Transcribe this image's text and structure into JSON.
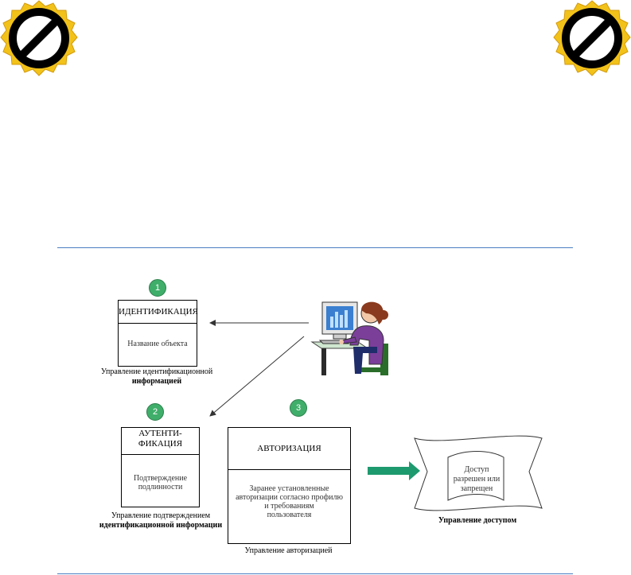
{
  "steps": {
    "one": "1",
    "two": "2",
    "three": "3"
  },
  "identification": {
    "title": "ИДЕНТИФИКАЦИЯ",
    "body": "Название объекта",
    "caption_line1": "Управление идентификационной",
    "caption_line2": "информацией"
  },
  "authentication": {
    "title_line1": "АУТЕНТИ-",
    "title_line2": "ФИКАЦИЯ",
    "body_line1": "Подтверждение",
    "body_line2": "подлинности",
    "caption_line1": "Управление подтверждением",
    "caption_line2": "идентификационной информации"
  },
  "authorization": {
    "title": "АВТОРИЗАЦИЯ",
    "body_line1": "Заранее установленные",
    "body_line2": "авторизации согласно профилю",
    "body_line3": "и требованиям",
    "body_line4": "пользователя",
    "caption": "Управление авторизацией"
  },
  "access": {
    "body_line1": "Доступ",
    "body_line2": "разрешен или",
    "body_line3": "запрещен",
    "caption": "Управление доступом"
  },
  "colors": {
    "rule": "#4a7fc1",
    "step_badge": "#3fae6a",
    "arrow_green": "#1e9a6f"
  }
}
